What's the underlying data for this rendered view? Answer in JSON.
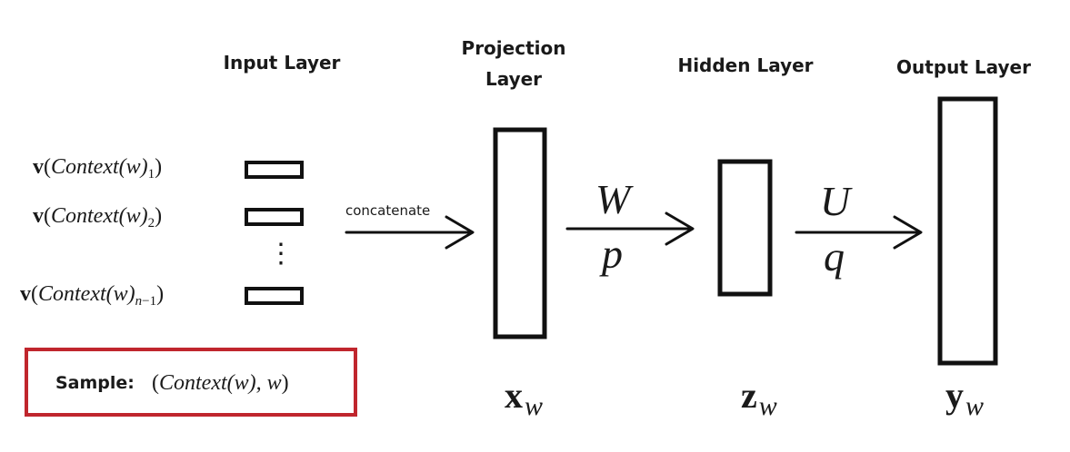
{
  "layers": {
    "input": "Input  Layer",
    "projection_line1": "Projection",
    "projection_line2": "Layer",
    "hidden": "Hidden Layer",
    "output": "Output Layer"
  },
  "inputs": {
    "row1": {
      "fn": "v",
      "open": "(",
      "word": "Context",
      "arg": "(w)",
      "sub": "1",
      "close": ")"
    },
    "row2": {
      "fn": "v",
      "open": "(",
      "word": "Context",
      "arg": "(w)",
      "sub": "2",
      "close": ")"
    },
    "row3": {
      "fn": "v",
      "open": "(",
      "word": "Context",
      "arg": "(w)",
      "sub_var": "n",
      "sub_rest": "−1",
      "close": ")"
    },
    "ellipsis": "⋮"
  },
  "concat_label": "concatenate",
  "params": {
    "weight_top": "W",
    "weight_bottom": "p",
    "out_top": "U",
    "out_bottom": "q"
  },
  "vectors": {
    "x": {
      "sym": "x",
      "sub": "w"
    },
    "z": {
      "sym": "z",
      "sub": "w"
    },
    "y": {
      "sym": "y",
      "sub": "w"
    }
  },
  "sample": {
    "label": "Sample:",
    "open": "(",
    "word": "Context",
    "arg": "(w), ",
    "w": "w",
    "close": ")"
  }
}
